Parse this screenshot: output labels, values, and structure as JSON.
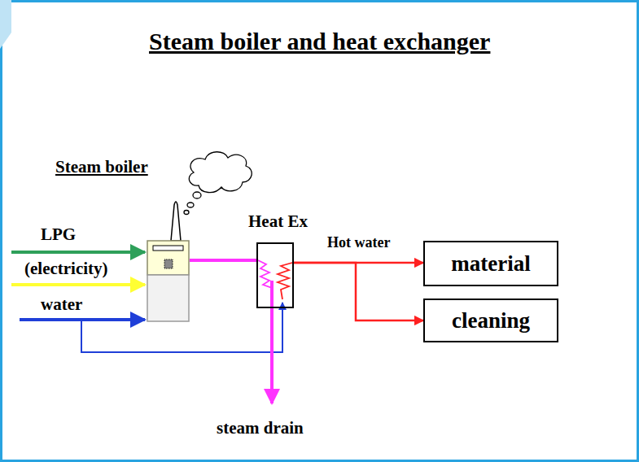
{
  "diagram": {
    "title": "Steam boiler and heat exchanger",
    "nodes": [
      {
        "text": [
          "Steam boiler"
        ]
      },
      {
        "text": [
          "Heat Ex"
        ]
      },
      {
        "text": [
          "material"
        ]
      },
      {
        "text": [
          "cleaning"
        ]
      }
    ],
    "edges": [
      {
        "from": 0,
        "to": 1,
        "arrow": "none"
      },
      {
        "from": 1,
        "to": 2,
        "label": "Hot water",
        "arrow": "to"
      },
      {
        "from": 1,
        "to": 3,
        "arrow": "to"
      }
    ],
    "labels": [
      "LPG",
      "(electricity)",
      "water",
      "steam drain"
    ]
  }
}
